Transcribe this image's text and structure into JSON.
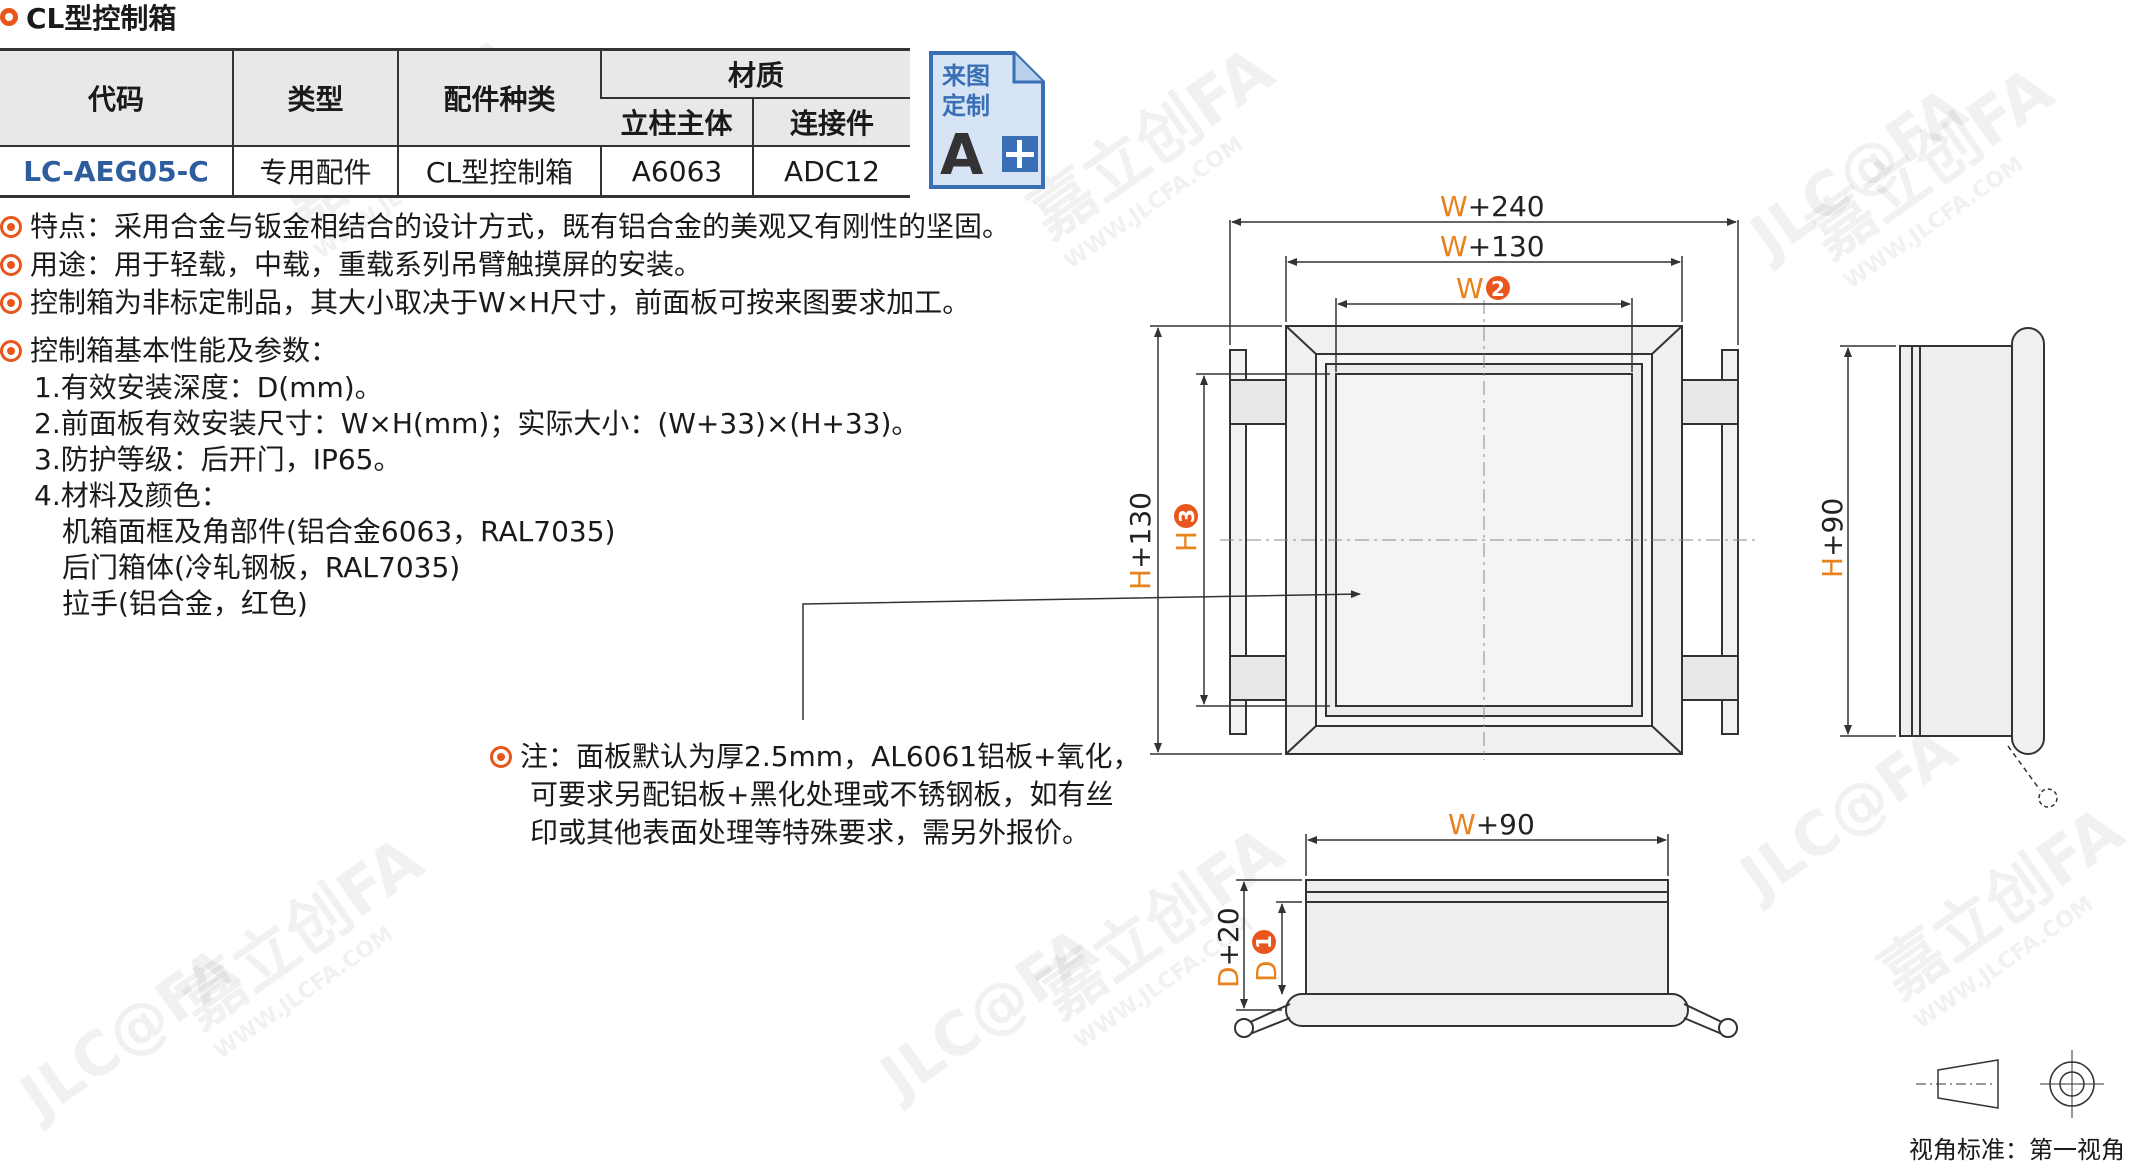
{
  "header": {
    "title": "CL型控制箱"
  },
  "table": {
    "headers": {
      "code": "代码",
      "type": "类型",
      "part_kind": "配件种类",
      "material": "材质",
      "column_body": "立柱主体",
      "connector": "连接件"
    },
    "row": {
      "code": "LC-AEG05-C",
      "type": "专用配件",
      "part_kind": "CL型控制箱",
      "column_body": "A6063",
      "connector": "ADC12"
    }
  },
  "badge": {
    "line1": "来图",
    "line2": "定制",
    "letter": "A"
  },
  "bullets": [
    "特点：采用合金与钣金相结合的设计方式，既有铝合金的美观又有刚性的坚固。",
    "用途：用于轻载，中载，重载系列吊臂触摸屏的安装。",
    "控制箱为非标定制品，其大小取决于W×H尺寸，前面板可按来图要求加工。",
    "控制箱基本性能及参数："
  ],
  "params": [
    "1.有效安装深度：D(mm)。",
    "2.前面板有效安装尺寸：W×H(mm)；实际大小：(W+33)×(H+33)。",
    "3.防护等级：后开门，IP65。",
    "4.材料及颜色："
  ],
  "materials": [
    "机箱面框及角部件(铝合金6063，RAL7035)",
    "后门箱体(冷轧钢板，RAL7035)",
    "拉手(铝合金，红色)"
  ],
  "note": [
    "注：面板默认为厚2.5mm，AL6061铝板+氧化，",
    "可要求另配铝板+黑化处理或不锈钢板，如有丝",
    "印或其他表面处理等特殊要求，需另外报价。"
  ],
  "dims": {
    "w240": "+240",
    "w130": "+130",
    "w": "W",
    "h": "H",
    "d": "D",
    "h130": "+130",
    "h90": "+90",
    "w90": "+90",
    "d20": "+20",
    "n1": "1",
    "n2": "2",
    "n3": "3"
  },
  "view_standard": "视角标准：第一视角",
  "watermark": {
    "brand": "JLC@FA",
    "cn": "嘉立创FA",
    "url": "WWW.JLCFA.COM"
  },
  "colors": {
    "accent": "#e8561d",
    "dim_letter": "#e8821d",
    "code_blue": "#2e5d9e",
    "badge_blue": "#3a6fb5"
  }
}
